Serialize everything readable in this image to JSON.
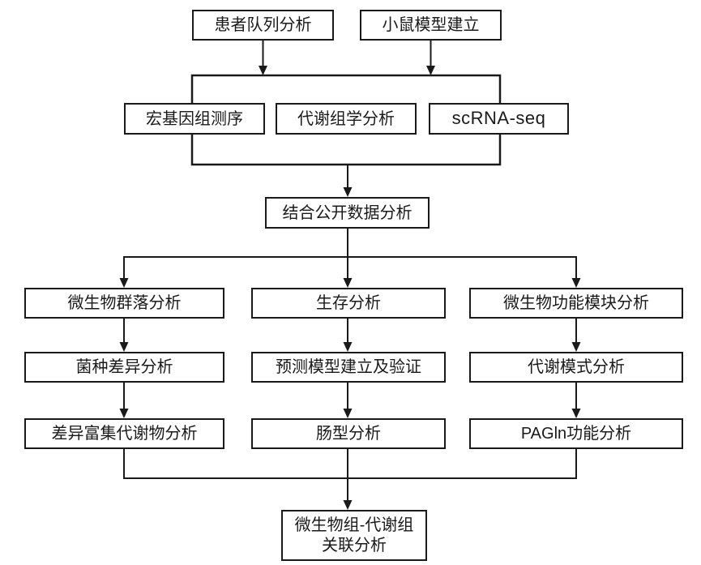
{
  "diagram": {
    "title": "microbiome-metabolome study workflow flowchart",
    "colors": {
      "background": "#ffffff",
      "stroke": "#1a1a1a",
      "text": "#1a1a1a"
    },
    "nodes": {
      "patient_cohort": {
        "label": "患者队列分析"
      },
      "mouse_model": {
        "label": "小鼠模型建立"
      },
      "metagenomics": {
        "label": "宏基因组测序"
      },
      "metabolomics": {
        "label": "代谢组学分析"
      },
      "scrna_seq": {
        "label": "scRNA-seq"
      },
      "public_data": {
        "label": "结合公开数据分析"
      },
      "microbial_community": {
        "label": "微生物群落分析"
      },
      "species_diff": {
        "label": "菌种差异分析"
      },
      "diff_metabolites": {
        "label": "差异富集代谢物分析"
      },
      "survival": {
        "label": "生存分析"
      },
      "prediction_model": {
        "label": "预测模型建立及验证"
      },
      "enterotype": {
        "label": "肠型分析"
      },
      "functional_modules": {
        "label": "微生物功能模块分析"
      },
      "metabolic_pattern": {
        "label": "代谢模式分析"
      },
      "pagln_function": {
        "label": "PAGln功能分析"
      },
      "association": {
        "label_line1": "微生物组-代谢组",
        "label_line2": "关联分析"
      }
    }
  }
}
